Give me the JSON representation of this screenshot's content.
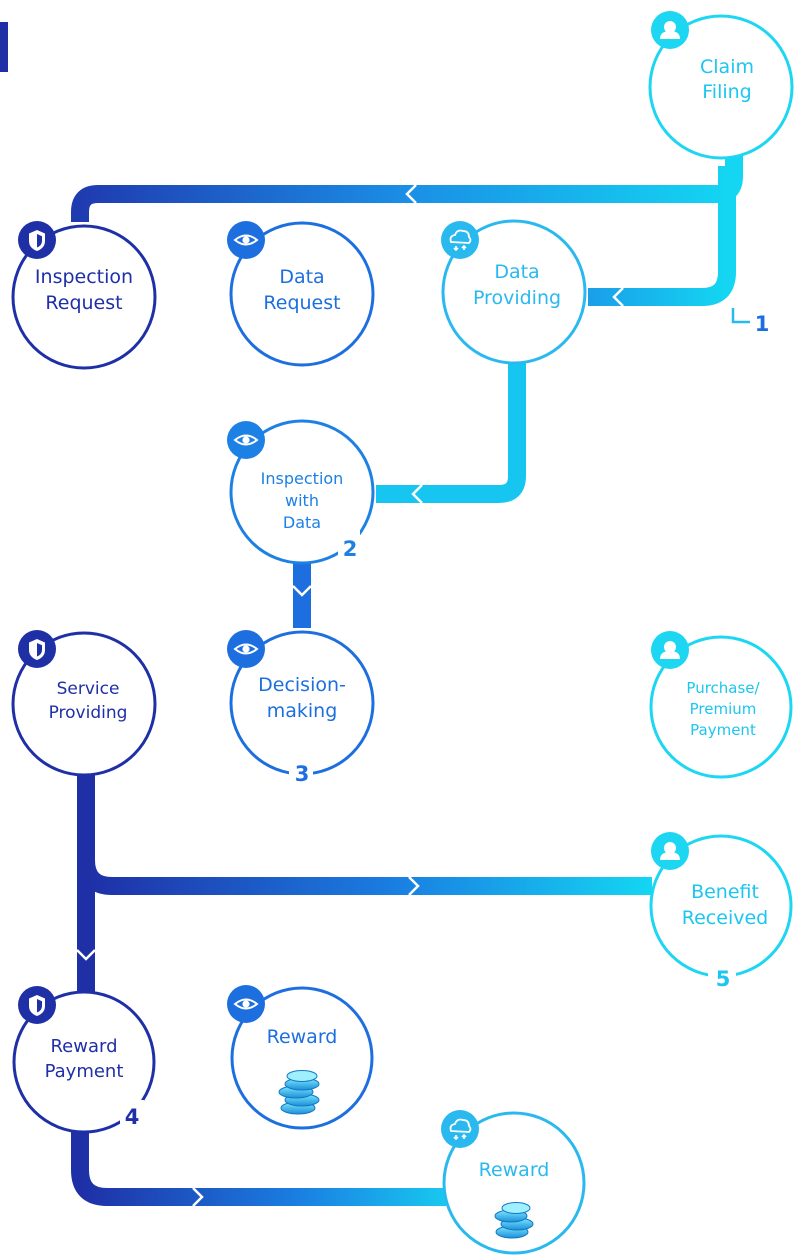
{
  "colors": {
    "navy": "#1f2fa6",
    "mid": "#1d6fe0",
    "cyan": "#13d4f2",
    "sky": "#2ab9ee"
  },
  "icons": {
    "shield": "shield-icon",
    "eye": "eye-icon",
    "cloud": "cloud-sync-icon",
    "person": "user-icon",
    "coins": "coin-stack-icon"
  },
  "nodes": {
    "claim_filing": {
      "line1": "Claim",
      "line2": "Filing"
    },
    "inspection_request": {
      "line1": "Inspection",
      "line2": "Request"
    },
    "data_request": {
      "line1": "Data",
      "line2": "Request"
    },
    "data_providing": {
      "line1": "Data",
      "line2": "Providing"
    },
    "inspection_with_data": {
      "line1": "Inspection",
      "line2": "with",
      "line3": "Data"
    },
    "service_providing": {
      "line1": "Service",
      "line2": "Providing"
    },
    "decision_making": {
      "line1": "Decision-",
      "line2": "making"
    },
    "purchase_premium": {
      "line1": "Purchase/",
      "line2": "Premium",
      "line3": "Payment"
    },
    "benefit_received": {
      "line1": "Benefit",
      "line2": "Received"
    },
    "reward_payment": {
      "line1": "Reward",
      "line2": "Payment"
    },
    "reward_1": {
      "line1": "Reward"
    },
    "reward_2": {
      "line1": "Reward"
    }
  },
  "steps": {
    "s1": "1",
    "s2": "2",
    "s3": "3",
    "s4": "4",
    "s5": "5"
  }
}
